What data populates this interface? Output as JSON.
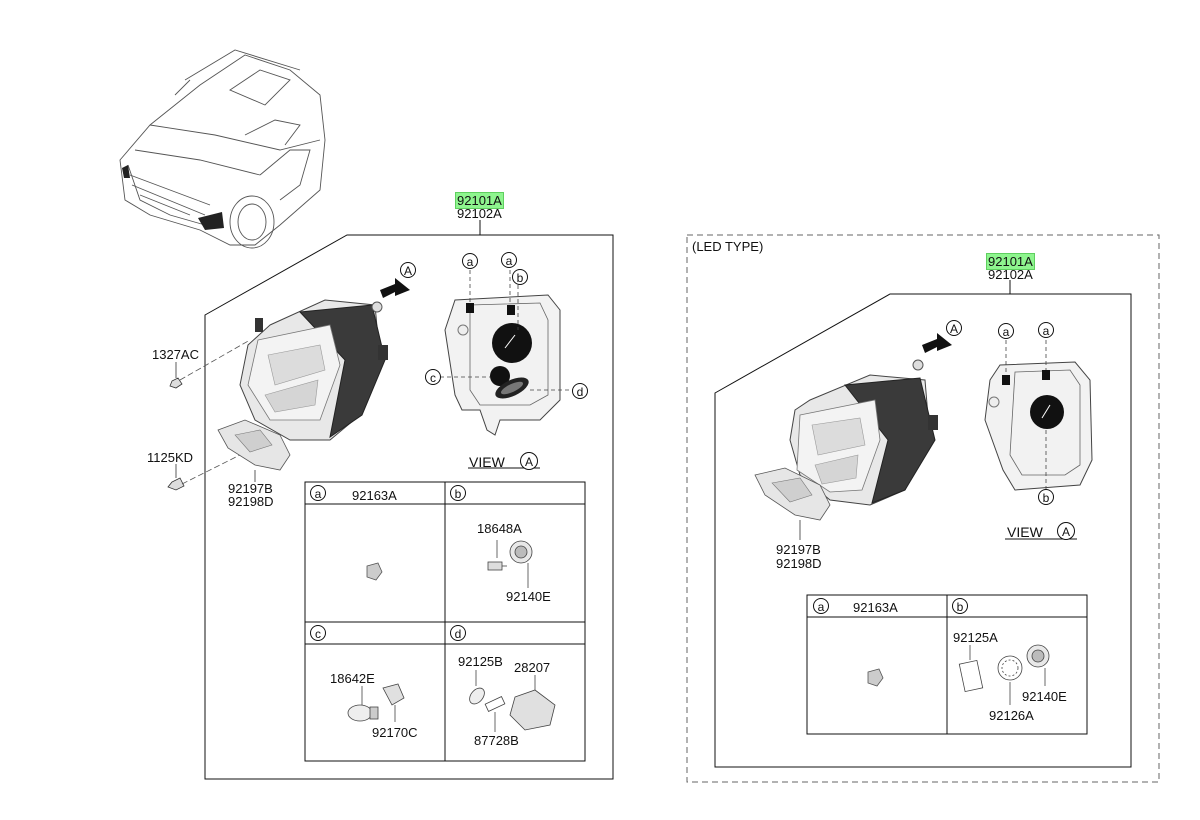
{
  "overview": {
    "icon": "car-front-view-icon"
  },
  "main_assembly": {
    "part_numbers": [
      "92101A",
      "92102A"
    ],
    "highlight_color": "#8ef58e",
    "view_marker": "A",
    "view_label": "VIEW",
    "side_parts": {
      "bolt_top": "1327AC",
      "bolt_bottom": "1125KD",
      "bracket_1": "92197B",
      "bracket_2": "92198D"
    },
    "callouts": [
      "a",
      "a",
      "b",
      "c",
      "d"
    ],
    "table": {
      "a": {
        "key": "a",
        "part": "92163A"
      },
      "b": {
        "key": "b",
        "parts": [
          "18648A",
          "92140E"
        ]
      },
      "c": {
        "key": "c",
        "parts": [
          "18642E",
          "92170C"
        ]
      },
      "d": {
        "key": "d",
        "parts": [
          "92125B",
          "28207",
          "87728B"
        ]
      }
    }
  },
  "led_assembly": {
    "title": "(LED TYPE)",
    "part_numbers": [
      "92101A",
      "92102A"
    ],
    "view_marker": "A",
    "view_label": "VIEW",
    "bracket_1": "92197B",
    "bracket_2": "92198D",
    "callouts": [
      "a",
      "a",
      "b"
    ],
    "table": {
      "a": {
        "key": "a",
        "part": "92163A"
      },
      "b": {
        "key": "b",
        "parts": [
          "92125A",
          "92126A",
          "92140E"
        ]
      }
    }
  }
}
